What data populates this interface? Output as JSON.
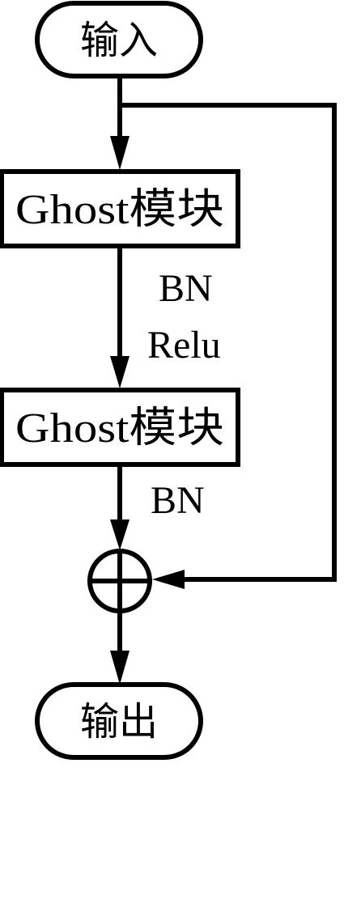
{
  "nodes": {
    "input": {
      "label": "输入"
    },
    "ghost_block_1": {
      "label": "Ghost模块"
    },
    "ghost_block_2": {
      "label": "Ghost模块"
    },
    "output": {
      "label": "输出"
    }
  },
  "edge_labels": {
    "bn_1": "BN",
    "relu": "Relu",
    "bn_2": "BN"
  },
  "colors": {
    "stroke": "#000000",
    "background": "#ffffff"
  }
}
